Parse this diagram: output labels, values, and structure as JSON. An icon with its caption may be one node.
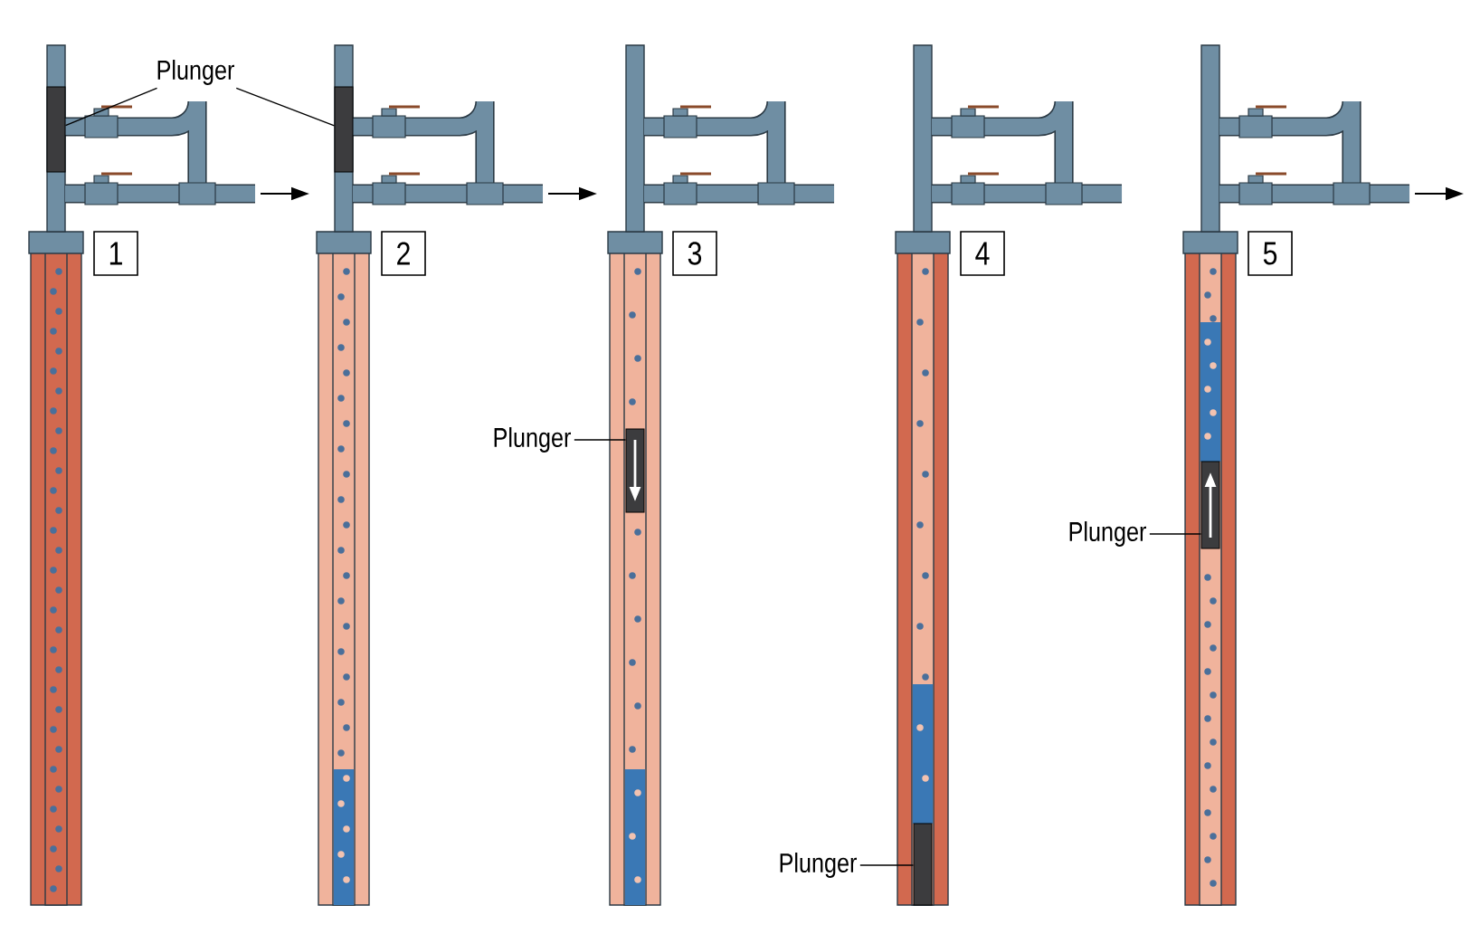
{
  "diagram": {
    "nodes": [
      {
        "text": [
          "1"
        ]
      },
      {
        "text": [
          "2"
        ]
      },
      {
        "text": [
          "3"
        ]
      },
      {
        "text": [
          "4"
        ]
      },
      {
        "text": [
          "5"
        ]
      },
      {
        "text": [
          "Plunger"
        ]
      },
      {
        "text": [],
        "shape": "bar"
      },
      {
        "text": [],
        "shape": "bar"
      },
      {
        "text": [
          "Plunger"
        ]
      },
      {
        "text": [],
        "shape": "bar"
      },
      {
        "text": [
          "Plunger"
        ]
      },
      {
        "text": [],
        "shape": "bar"
      },
      {
        "text": [
          "Plunger"
        ]
      },
      {
        "text": [],
        "shape": "bar"
      }
    ],
    "edges": [
      {
        "from": 5,
        "to": 6,
        "arrow": "none"
      },
      {
        "from": 5,
        "to": 7,
        "arrow": "none"
      },
      {
        "from": 8,
        "to": 9,
        "arrow": "none"
      },
      {
        "from": 10,
        "to": 11,
        "arrow": "none"
      },
      {
        "from": 12,
        "to": 13,
        "arrow": "none"
      }
    ]
  }
}
